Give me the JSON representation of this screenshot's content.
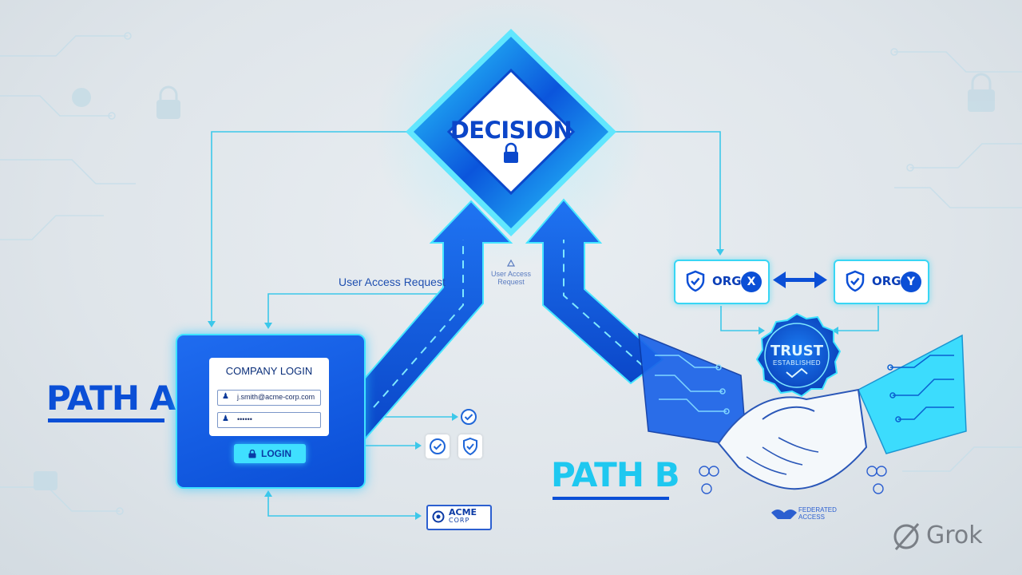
{
  "decision": {
    "label": "DECISION"
  },
  "flow": {
    "user_access_request": "User Access Request",
    "user_access_request_small_line1": "User Access",
    "user_access_request_small_line2": "Request"
  },
  "path_a": {
    "label": "PATH A"
  },
  "path_b": {
    "label": "PATH B"
  },
  "login": {
    "title": "COMPANY LOGIN",
    "email_value": "j.smith@acme-corp.com",
    "password_value": "••••••",
    "button_label": "LOGIN"
  },
  "orgs": [
    {
      "name": "ORG",
      "badge": "X"
    },
    {
      "name": "ORG",
      "badge": "Y"
    }
  ],
  "trust": {
    "title": "TRUST",
    "subtitle": "ESTABLISHED"
  },
  "acme": {
    "line1": "ACME",
    "line2": "CORP"
  },
  "federated": {
    "line1": "FEDERATED",
    "line2": "ACCESS"
  },
  "watermark": {
    "text": "Grok"
  },
  "colors": {
    "primary_blue": "#0b4fd6",
    "cyan": "#3fe3ff",
    "background": "#e2e8ec"
  },
  "icons": [
    "lock-icon",
    "user-icon",
    "key-user-icon",
    "shield-check-icon",
    "check-icon",
    "handshake-icon",
    "arrows-bidirectional-icon"
  ]
}
